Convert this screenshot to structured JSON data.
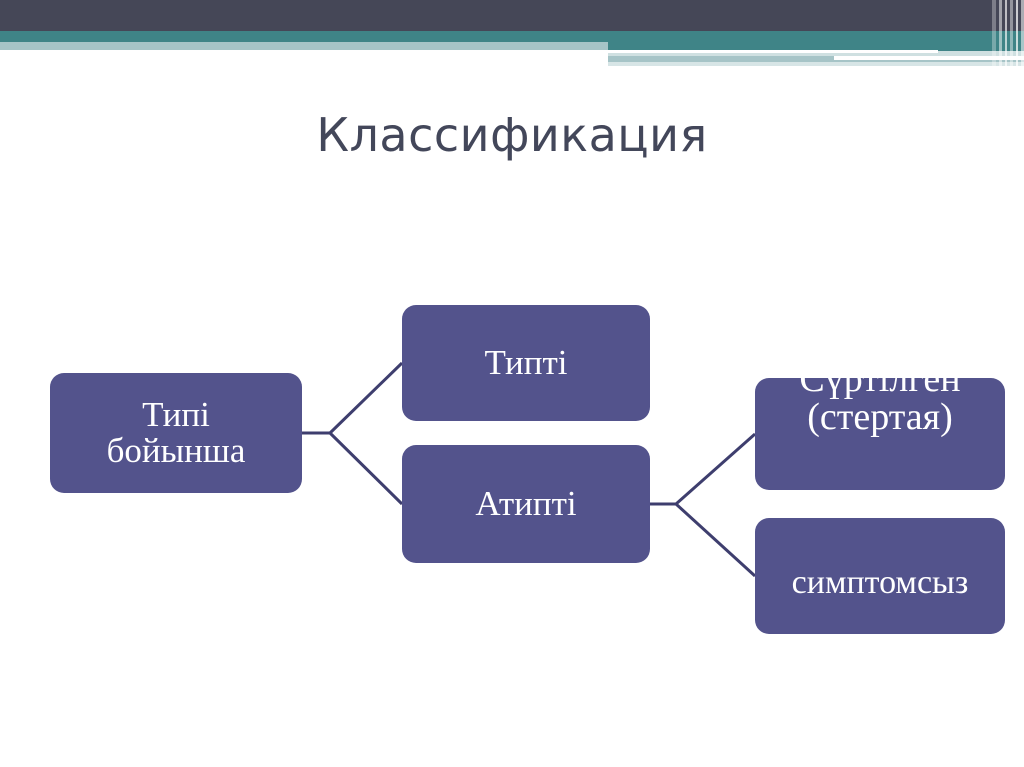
{
  "slide": {
    "title": "Классификация",
    "background_color": "#ffffff",
    "title_color": "#43475a"
  },
  "theme": {
    "header_navy": "#454757",
    "header_teal": "#3f8487",
    "header_light_teal": "#a6c4c7",
    "node_fill": "#53538c",
    "node_text": "#ffffff",
    "connector_color": "#3e3e6e"
  },
  "diagram": {
    "type": "tree",
    "nodes": [
      {
        "id": "type-by",
        "label": "Типі\nбойынша",
        "level": 0
      },
      {
        "id": "typical",
        "label": "Типті",
        "level": 1
      },
      {
        "id": "atypical",
        "label": "Атипті",
        "level": 1
      },
      {
        "id": "erased",
        "label": "Сүртілген\n(стертая)",
        "level": 2
      },
      {
        "id": "asymptom",
        "label": "симптомсыз",
        "level": 2
      }
    ],
    "edges": [
      {
        "from": "type-by",
        "to": "typical"
      },
      {
        "from": "type-by",
        "to": "atypical"
      },
      {
        "from": "atypical",
        "to": "erased"
      },
      {
        "from": "atypical",
        "to": "asymptom"
      }
    ]
  }
}
